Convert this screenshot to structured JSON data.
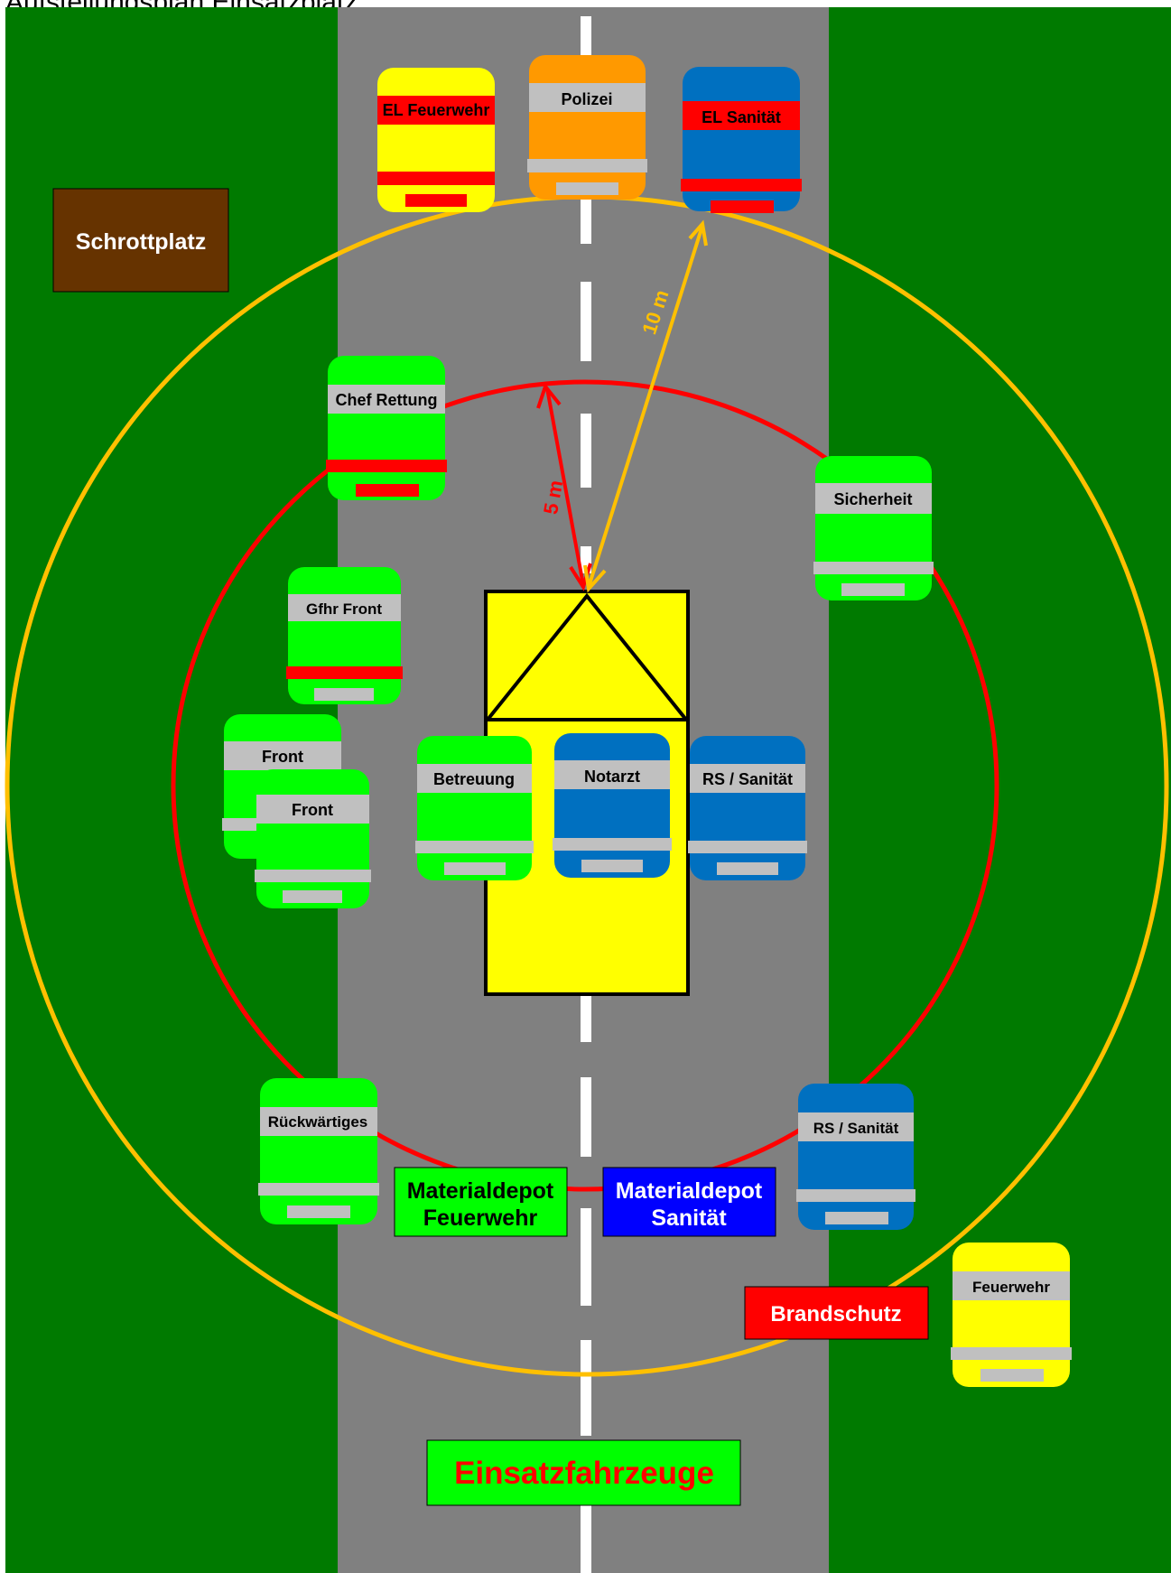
{
  "header": {
    "cut_text": "Aufstellungsplan Einsatzplatz"
  },
  "colors": {
    "grass": "#007a00",
    "road": "#808080",
    "marking": "#ffffff",
    "inner_circle": "#ff0000",
    "outer_circle": "#ffc000",
    "green_vehicle": "#00ff00",
    "blue_vehicle": "#0070c0",
    "yellow_vehicle": "#ffff00",
    "orange_vehicle": "#ff9900",
    "label_bar": "#c0c0c0",
    "red_bar": "#ff0000"
  },
  "distances": {
    "inner": "5 m",
    "outer": "10 m"
  },
  "zones": {
    "schrottplatz": "Schrottplatz",
    "depot_feuerwehr": [
      "Materialdepot",
      "Feuerwehr"
    ],
    "depot_sanitaet": [
      "Materialdepot",
      "Sanität"
    ],
    "brandschutz": "Brandschutz",
    "einsatzfahrzeuge": "Einsatzfahrzeuge"
  },
  "vehicles": {
    "el_feuerwehr": "EL Feuerwehr",
    "polizei": "Polizei",
    "el_sanitaet": "EL Sanität",
    "chef_rettung": "Chef Rettung",
    "sicherheit": "Sicherheit",
    "gfhr_front": "Gfhr Front",
    "front_1": "Front",
    "front_2": "Front",
    "betreuung": "Betreuung",
    "notarzt": "Notarzt",
    "rs_sanitaet_1": "RS / Sanität",
    "rueckwaertiges": "Rückwärtiges",
    "rs_sanitaet_2": "RS / Sanität",
    "feuerwehr": "Feuerwehr"
  }
}
